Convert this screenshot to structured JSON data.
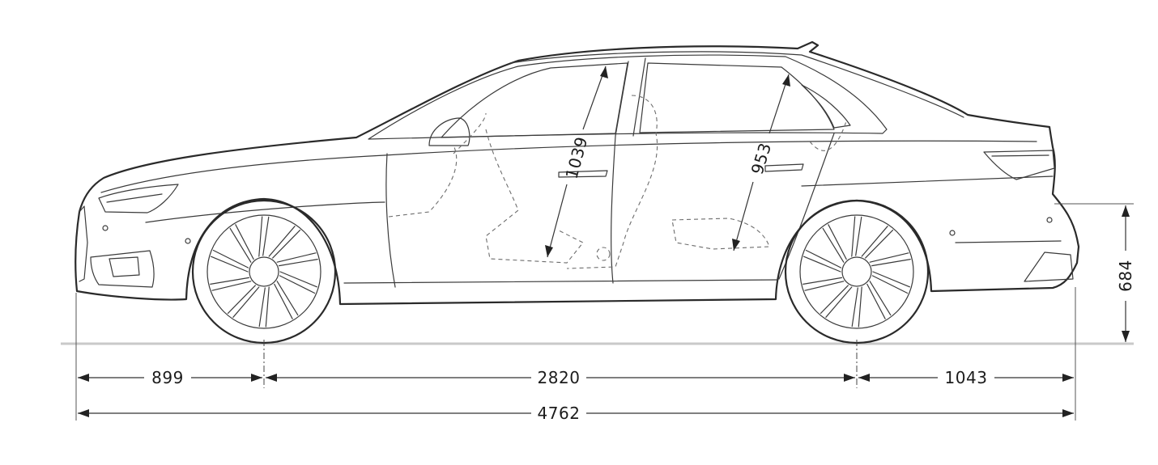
{
  "dimensions": {
    "front_overhang": "899",
    "wheelbase": "2820",
    "rear_overhang": "1043",
    "overall_length": "4762",
    "front_headroom": "1039",
    "rear_headroom": "953",
    "boot_sill_height": "684"
  },
  "colors": {
    "line": "#2a2a2a",
    "dimension": "#333333",
    "ground": "#c9c9c9",
    "background": "#ffffff"
  }
}
